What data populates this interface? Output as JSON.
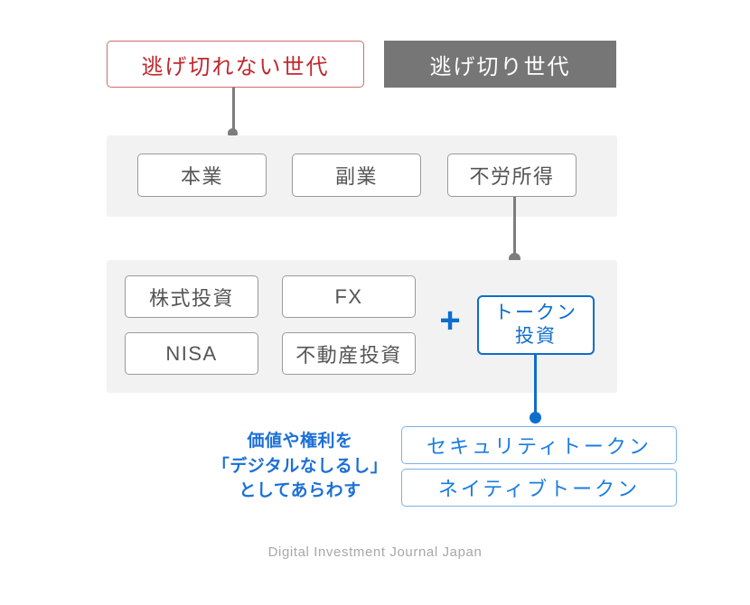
{
  "generations": {
    "escapable": "逃げ切り世代",
    "non_escapable": "逃げ切れない世代"
  },
  "income_panel": {
    "items": [
      {
        "label": "本業"
      },
      {
        "label": "副業"
      },
      {
        "label": "不労所得"
      }
    ]
  },
  "investment_panel": {
    "items": [
      {
        "label": "株式投資"
      },
      {
        "label": "FX"
      },
      {
        "label": "NISA"
      },
      {
        "label": "不動産投資"
      }
    ],
    "plus_symbol": "+",
    "token_box": {
      "line1": "トークン",
      "line2": "投資"
    }
  },
  "token_types": {
    "items": [
      {
        "label": "セキュリティトークン"
      },
      {
        "label": "ネイティブトークン"
      }
    ]
  },
  "annotation": {
    "line1": "価値や権利を",
    "line2": "「デジタルなしるし」",
    "line3": "としてあらわす"
  },
  "footer": {
    "credit": "Digital Investment Journal Japan"
  },
  "colors": {
    "accent_blue": "#0d6ecd",
    "light_blue": "#7cb0e8",
    "red": "#c0282d",
    "red_border": "#d16a6a",
    "gray_chip": "#767676",
    "panel_bg": "#f2f2f2",
    "connector": "#7d7d7d",
    "box_border": "#9a9a9a",
    "footer_text": "#a8a8a8"
  }
}
